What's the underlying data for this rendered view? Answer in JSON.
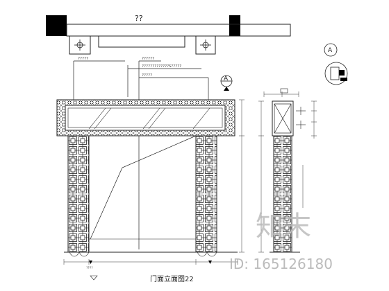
{
  "plan": {
    "title": "??"
  },
  "notes": [
    "?????",
    "??????",
    "?????????????S?????",
    "?????"
  ],
  "section_markers": {
    "front": "A",
    "side": "A"
  },
  "caption": "门面立面图22",
  "scale_mark": "????",
  "watermark": {
    "brand": "知末",
    "id": "ID: 165126180"
  },
  "colors": {
    "line": "#222222",
    "fill_black": "#000000",
    "watermark": "#b8b8b8"
  }
}
